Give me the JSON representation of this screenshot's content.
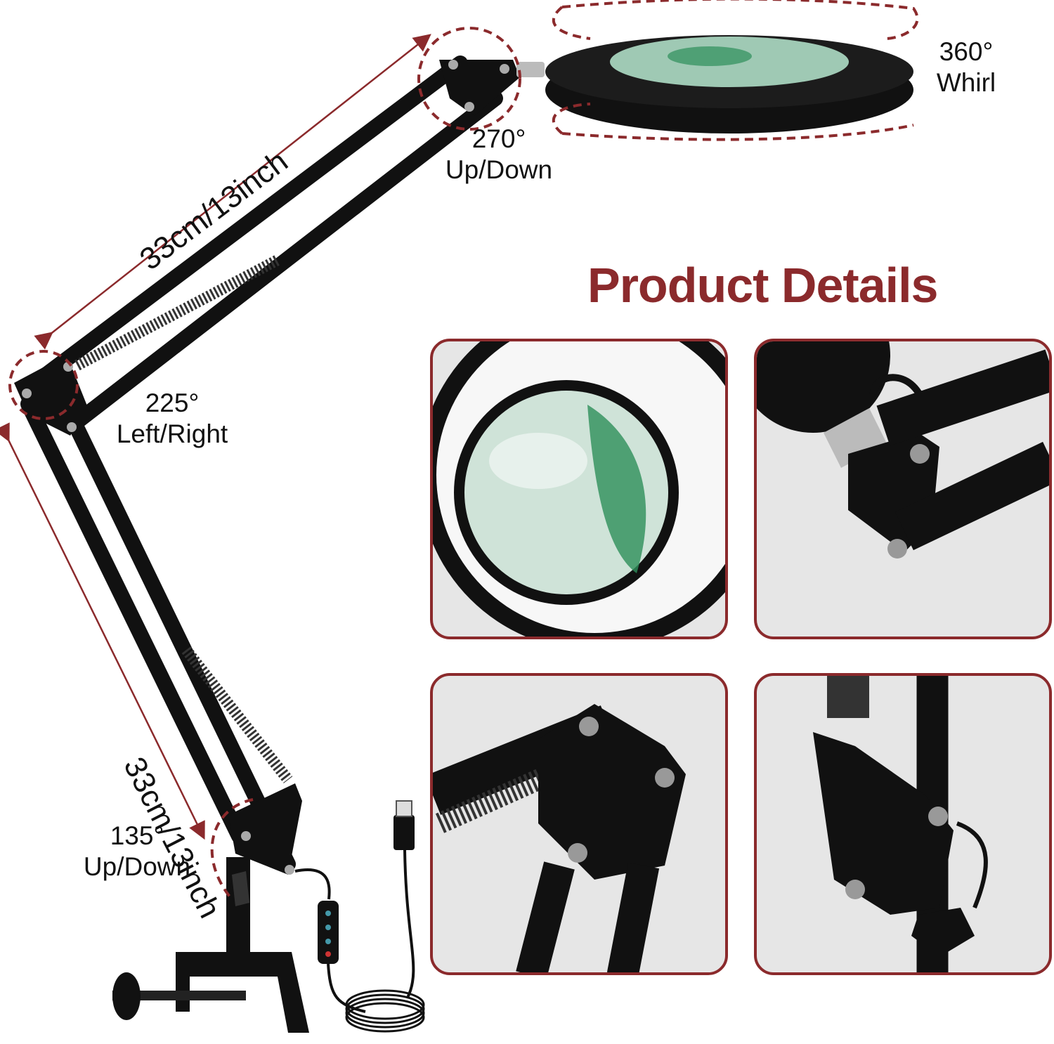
{
  "heading": "Product Details",
  "dimensions": {
    "upper_arm": "33cm/13inch",
    "lower_arm": "33cm/13inch"
  },
  "rotation_labels": {
    "head_whirl": {
      "angle": "360°",
      "text": "Whirl"
    },
    "head_tilt": {
      "angle": "270°",
      "text": "Up/Down"
    },
    "elbow": {
      "angle": "225°",
      "text": "Left/Right"
    },
    "base": {
      "angle": "135°",
      "text": "Up/Down"
    }
  },
  "detail_panels": [
    {
      "subject": "magnifier-lens"
    },
    {
      "subject": "head-joint"
    },
    {
      "subject": "elbow-joint-spring"
    },
    {
      "subject": "base-joint-knob"
    }
  ],
  "colors": {
    "accent": "#8b2a2c",
    "metal": "#111111",
    "panel_bg": "#e6e6e6",
    "lens": "#9fc9b4"
  }
}
